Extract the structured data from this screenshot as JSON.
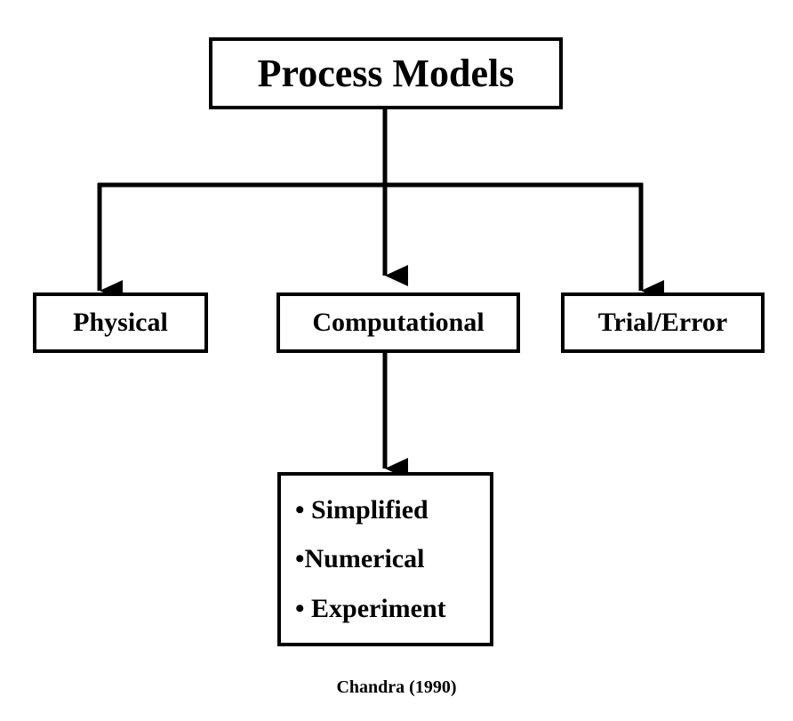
{
  "diagram": {
    "root": {
      "label": "Process Models"
    },
    "children": [
      {
        "label": "Physical"
      },
      {
        "label": "Computational"
      },
      {
        "label": "Trial/Error"
      }
    ],
    "computational_methods": [
      {
        "label": "• Simplified"
      },
      {
        "label": "•Numerical"
      },
      {
        "label": "• Experiment"
      }
    ],
    "citation": "Chandra (1990)"
  },
  "colors": {
    "line": "#000000",
    "box_border": "#000000",
    "background": "#ffffff"
  }
}
